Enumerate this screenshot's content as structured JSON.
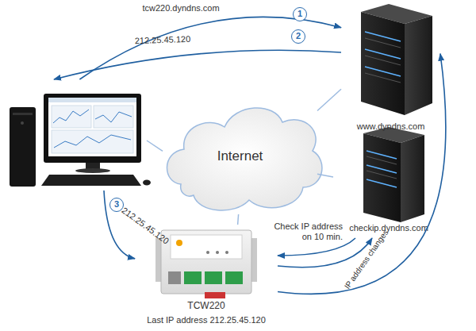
{
  "diagram": {
    "nodes": [
      {
        "text": [
          "www.dyndns.com"
        ]
      },
      {
        "text": []
      },
      {
        "text": [
          "Internet"
        ]
      },
      {
        "text": [
          "checkip.dyndns.com"
        ]
      },
      {
        "text": [
          "TCW220",
          "Last IP address 212.25.45.120"
        ]
      }
    ],
    "edges": [
      {
        "from": 1,
        "to": 0,
        "label": "tcw220.dyndns.com",
        "arrow": "to"
      },
      {
        "from": 0,
        "to": 1,
        "label": "212.25.45.120",
        "arrow": "to"
      },
      {
        "from": 1,
        "to": 4,
        "label": "212.25.45.120",
        "arrow": "to"
      },
      {
        "from": 4,
        "to": 3,
        "label": "Check IP address on 10 min.",
        "arrow": "to"
      },
      {
        "from": 3,
        "to": 4,
        "arrow": "to"
      },
      {
        "from": 4,
        "to": 0,
        "label": "IP address changes",
        "arrow": "to"
      },
      {
        "from": 1,
        "to": 2,
        "arrow": "none"
      },
      {
        "from": 2,
        "to": 0,
        "arrow": "none"
      },
      {
        "from": 2,
        "to": 3,
        "arrow": "none"
      },
      {
        "from": 2,
        "to": 4,
        "arrow": "none"
      }
    ],
    "labels": [
      "1",
      "2",
      "3"
    ]
  }
}
